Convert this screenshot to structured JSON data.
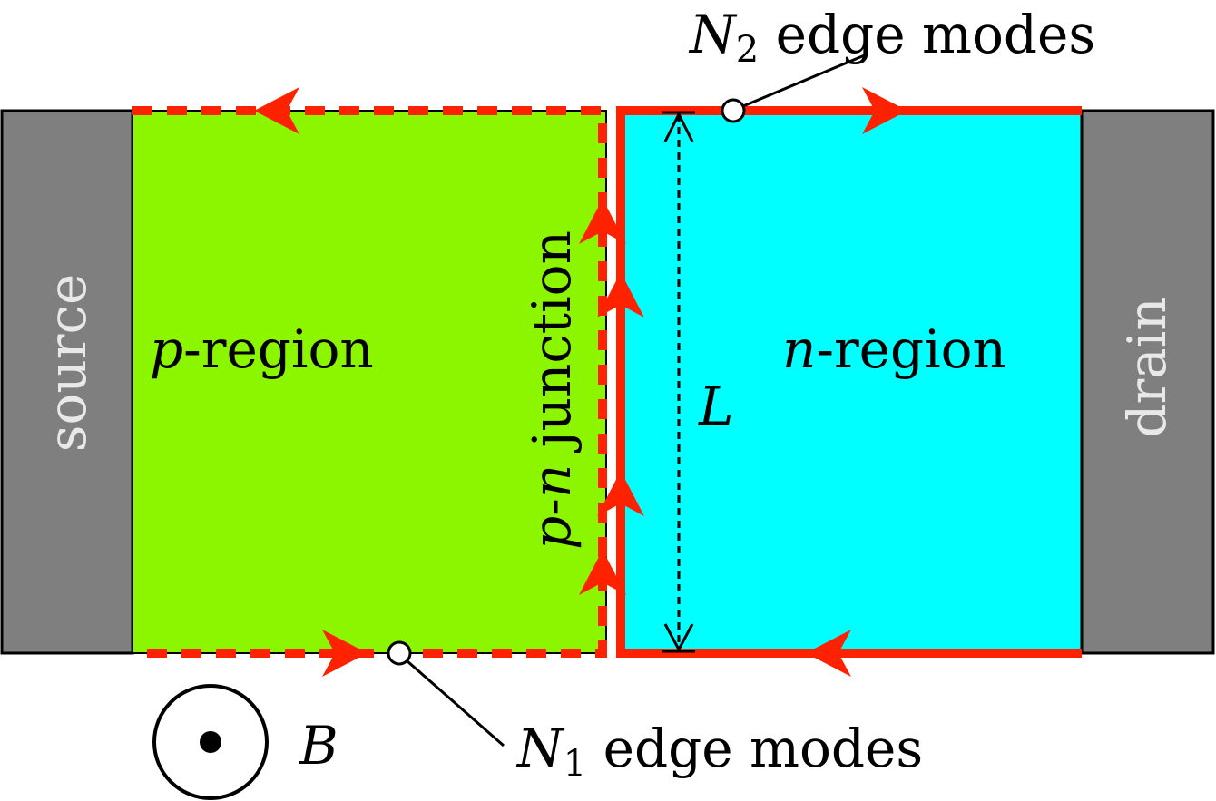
{
  "labels": {
    "source": "source",
    "drain": "drain",
    "p_region_var": "p",
    "p_region_rest": "-region",
    "n_region_var": "n",
    "n_region_rest": "-region",
    "junction_p": "p",
    "junction_dash": "-",
    "junction_n": "n",
    "junction_rest": " junction",
    "length": "L",
    "field": "B",
    "n2_var": "N",
    "n2_sub": "2",
    "n1_var": "N",
    "n1_sub": "1",
    "edge_modes": " edge modes"
  },
  "colors": {
    "p_region": "#8cf500",
    "n_region": "#00ffff",
    "contact": "#7f7f7f",
    "edge_mode": "#ff2200"
  }
}
